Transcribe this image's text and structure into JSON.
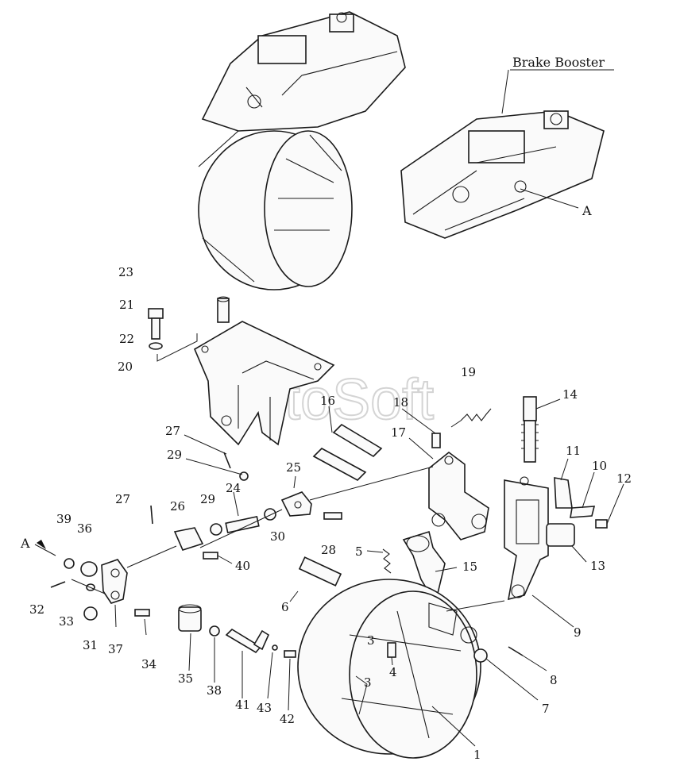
{
  "labels": {
    "brake_booster": "Brake Booster",
    "view_a_top": "A",
    "view_a_side": "A"
  },
  "watermark": "AutoSoft",
  "callouts": [
    "1",
    "3",
    "3",
    "4",
    "5",
    "6",
    "7",
    "8",
    "9",
    "10",
    "11",
    "12",
    "13",
    "14",
    "15",
    "16",
    "17",
    "18",
    "19",
    "20",
    "21",
    "22",
    "23",
    "24",
    "25",
    "26",
    "27",
    "27",
    "28",
    "29",
    "29",
    "30",
    "31",
    "32",
    "33",
    "34",
    "35",
    "36",
    "37",
    "38",
    "39",
    "40",
    "41",
    "42",
    "43"
  ]
}
